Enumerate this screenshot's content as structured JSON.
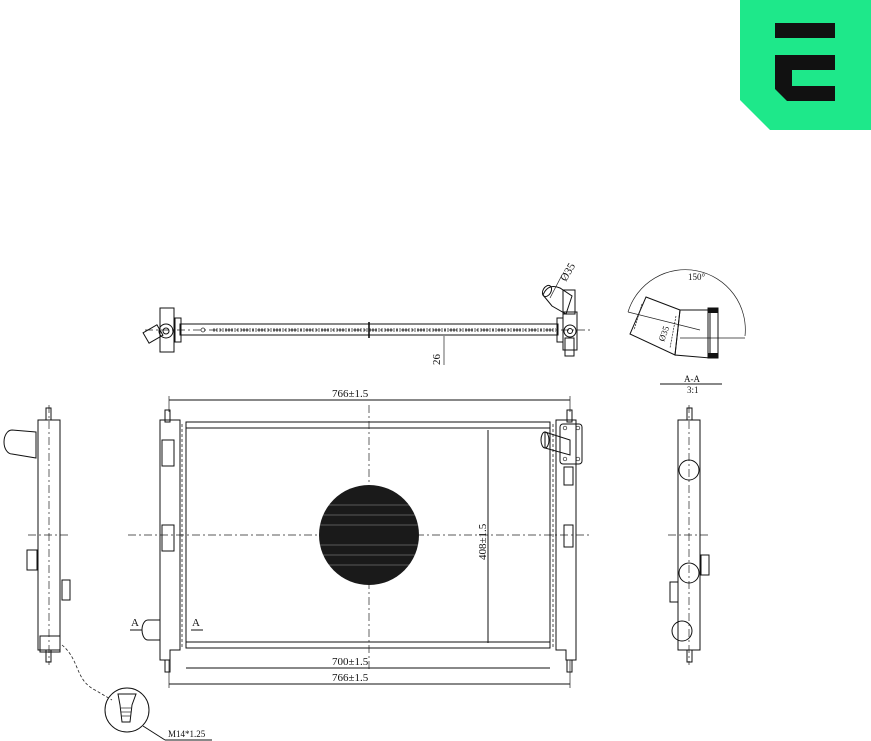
{
  "logo": {
    "name": "brand-logo-e",
    "background_color": "#1EE88A",
    "glyph_color": "#111111"
  },
  "top_view": {
    "dimension_height": "26",
    "inlet_diameter": "Ø35"
  },
  "section_view": {
    "angle": "150°",
    "diameter": "Ø35",
    "label": "A-A",
    "scale": "3:1"
  },
  "front_view": {
    "width_top": "766±1.5",
    "height": "408±1.5",
    "core_width": "700±1.5",
    "width_bottom": "766±1.5",
    "section_marker_left": "A",
    "section_marker_right": "A"
  },
  "detail": {
    "thread_label": "M14*1.25"
  }
}
